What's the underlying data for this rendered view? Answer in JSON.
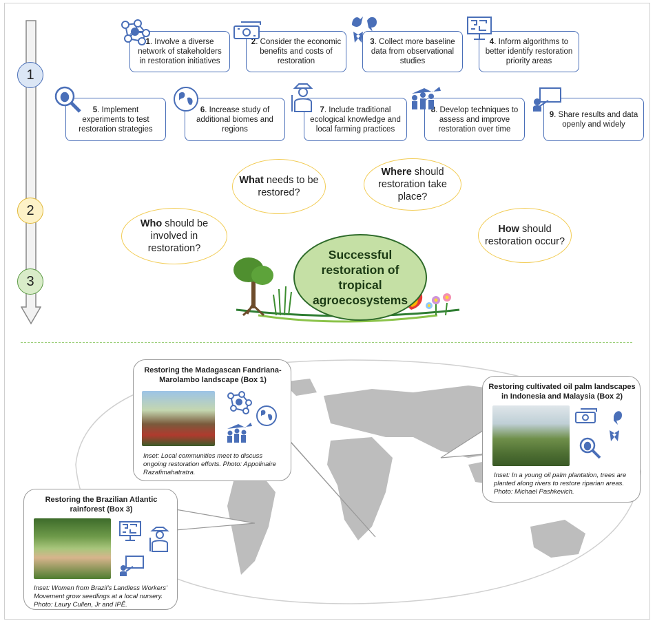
{
  "recommendations": [
    {
      "num": "1",
      "text": ". Involve a diverse network of stakeholders in restoration initiatives",
      "icon": "network-icon"
    },
    {
      "num": "2",
      "text": ". Consider the economic benefits and costs of restoration",
      "icon": "money-icon"
    },
    {
      "num": "3",
      "text": ". Collect more baseline data from observational studies",
      "icon": "wildlife-icon"
    },
    {
      "num": "4",
      "text": ". Inform algorithms to better identify restoration priority areas",
      "icon": "computer-icon"
    },
    {
      "num": "5",
      "text": ". Implement experiments to test restoration strategies",
      "icon": "magnifier-bug-icon"
    },
    {
      "num": "6",
      "text": ". Increase study of additional biomes and regions",
      "icon": "globe-icon"
    },
    {
      "num": "7",
      "text": ". Include traditional ecological knowledge and local farming practices",
      "icon": "farmer-icon"
    },
    {
      "num": "8",
      "text": ". Develop techniques to assess and improve restoration over time",
      "icon": "growth-people-icon"
    },
    {
      "num": "9",
      "text": ". Share results and data openly and widely",
      "icon": "presentation-icon"
    }
  ],
  "steps": [
    "1",
    "2",
    "3"
  ],
  "questions": [
    {
      "bold": "What",
      "rest": " needs to be restored?"
    },
    {
      "bold": "Where",
      "rest": " should restoration take place?"
    },
    {
      "bold": "Who",
      "rest": " should be involved in restoration?"
    },
    {
      "bold": "How",
      "rest": " should restoration occur?"
    }
  ],
  "goal": "Successful restoration of tropical agroecosystems",
  "boxes": [
    {
      "title": "Restoring the Madagascan Fandriana-Marolambo landscape (Box 1)",
      "caption": "Inset:  Local communities meet to discuss ongoing restoration efforts. Photo: Appolinaire Razafimahatratra."
    },
    {
      "title": "Restoring  cultivated oil palm landscapes in Indonesia and Malaysia (Box 2)",
      "caption": "Inset:  In a young oil palm plantation, trees are planted along rivers to restore riparian areas. Photo: Michael Pashkevich."
    },
    {
      "title": "Restoring the Brazilian Atlantic rainforest (Box 3)",
      "caption": "Inset:  Women from Brazil’s Landless Workers’ Movement grow seedlings at a local nursery. Photo: Laury Cullen, Jr and IPÊ."
    }
  ],
  "colors": {
    "accent_blue": "#4a6fb8",
    "step1": "#dbe6f5",
    "step2": "#fdf2c8",
    "step3": "#d9ecc9",
    "question_border": "#f2cc55",
    "goal_fill": "#c5e0a5",
    "map": "#bdbdbd",
    "divider": "#9ccf7a"
  }
}
